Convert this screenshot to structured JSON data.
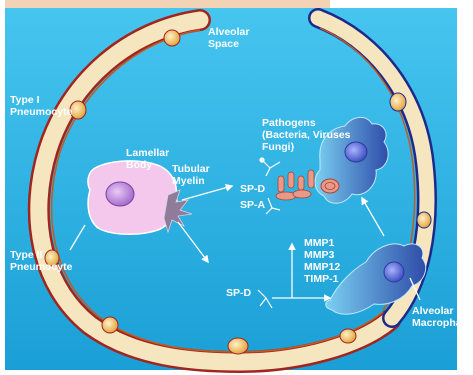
{
  "labels": {
    "alveolar_space": [
      "Alveolar",
      "Space"
    ],
    "type1": [
      "Type I",
      "Pneumocyte"
    ],
    "type2": [
      "Type II",
      "Pneumocyte"
    ],
    "lamellar_body": [
      "Lamellar",
      "Body"
    ],
    "tubular_myelin": [
      "Tubular",
      "Myelin"
    ],
    "pathogens": [
      "Pathogens",
      "(Bacteria, Viruses",
      "Fungi)"
    ],
    "spd_upper": "SP-D",
    "spa": "SP-A",
    "spd_lower": "SP-D",
    "proteases": [
      "MMP1",
      "MMP3",
      "MMP12",
      "TIMP-1"
    ],
    "alveolar_macrophage": [
      "Alveolar",
      "Macrophag"
    ]
  },
  "colors": {
    "background": "#2fb8e8",
    "banner": "#f3d3b5",
    "membrane_fill": "#f6e6bf",
    "outer_ring": "#a0251f",
    "inner_ring": "#c45a1d",
    "right_ring": "#1d2a8c",
    "nucleus": "#f0b648",
    "type2_cell": "#f4c8ec",
    "type2_nucleus": "#b77cd6",
    "macrophage": "#4b72c6",
    "macrophage_nucleus": "#3d52c9",
    "arrow": "#ffffff"
  }
}
